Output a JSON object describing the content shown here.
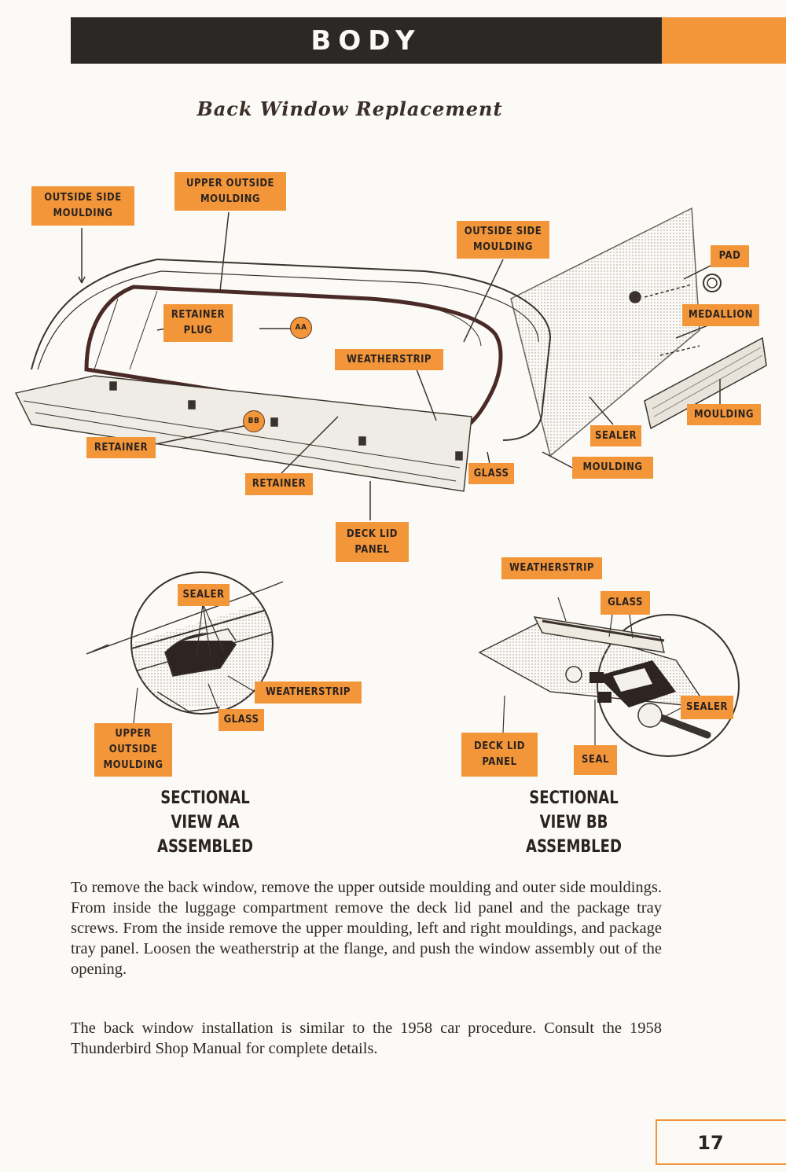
{
  "header": {
    "title": "BODY"
  },
  "section_title": "Back Window Replacement",
  "main_diagram": {
    "labels": {
      "outside_side_moulding_left": "OUTSIDE SIDE\nMOULDING",
      "upper_outside_moulding": "UPPER OUTSIDE\nMOULDING",
      "outside_side_moulding_right": "OUTSIDE SIDE\nMOULDING",
      "pad": "PAD",
      "medallion": "MEDALLION",
      "retainer_plug": "RETAINER\nPLUG",
      "aa_marker": "AA",
      "weatherstrip": "WEATHERSTRIP",
      "moulding_right": "MOULDING",
      "sealer": "SEALER",
      "bb_marker": "BB",
      "retainer_left": "RETAINER",
      "moulding_bottom": "MOULDING",
      "glass": "GLASS",
      "retainer_bottom": "RETAINER",
      "deck_lid_panel": "DECK LID\nPANEL"
    }
  },
  "sectional_aa": {
    "labels": {
      "sealer": "SEALER",
      "weatherstrip": "WEATHERSTRIP",
      "glass": "GLASS",
      "upper_outside_moulding": "UPPER\nOUTSIDE\nMOULDING"
    },
    "caption": "SECTIONAL\nVIEW AA\nASSEMBLED"
  },
  "sectional_bb": {
    "labels": {
      "weatherstrip": "WEATHERSTRIP",
      "glass": "GLASS",
      "sealer": "SEALER",
      "deck_lid_panel": "DECK LID\nPANEL",
      "seal": "SEAL"
    },
    "caption": "SECTIONAL\nVIEW BB\nASSEMBLED"
  },
  "paragraphs": [
    "To remove the back window, remove the upper outside moulding and outer side mouldings. From inside the luggage compartment remove the deck lid panel and the package tray screws. From the inside remove the upper moulding, left and right mouldings, and package tray panel. Loosen the weatherstrip at the flange, and push the window assembly out of the opening.",
    "The back window installation is similar to the 1958 car procedure. Consult the 1958 Thunderbird Shop Manual for complete details."
  ],
  "page_number": "17",
  "colors": {
    "accent": "#f3963a",
    "header_bar": "#2b2826",
    "paper": "#fbfaf6"
  }
}
